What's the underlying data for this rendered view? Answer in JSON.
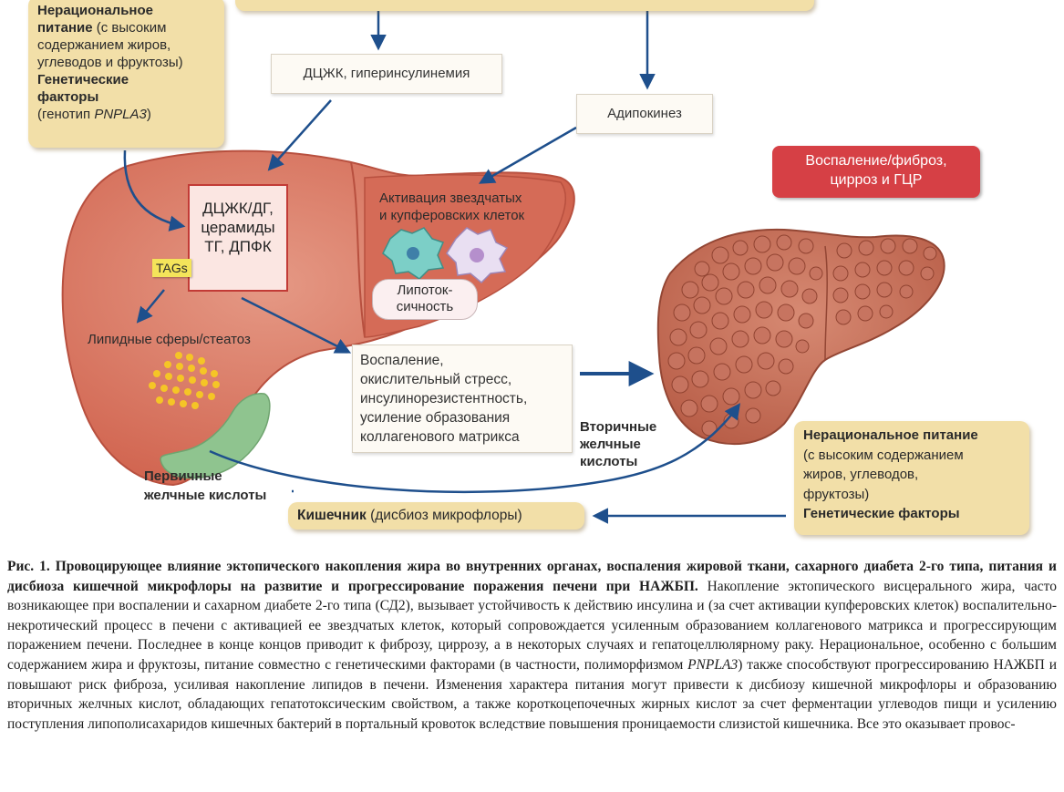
{
  "diagram": {
    "top_box": {
      "line1_bold": "Нерациональное",
      "line2_bold": "питание",
      "line2_rest": " (с высоким",
      "line3": "содержанием жиров,",
      "line4": "углеводов и фруктозы)",
      "line5_bold": "Генетические",
      "line6_bold": "факторы",
      "line7_prefix": "(генотип ",
      "line7_gene": "PNPLA3",
      "line7_suffix": ")"
    },
    "top_center_box": "",
    "dczhk_box": "ДЦЖК, гиперинсулинемия",
    "adipokines_box": "Адипокинез",
    "inflammation_red": {
      "line1": "Воспаление/фиброз,",
      "line2": "цирроз и ГЦР"
    },
    "pink_box": {
      "line1": "ДЦЖК/ДГ,",
      "line2": "церамиды",
      "line3": "ТГ, ДПФК"
    },
    "tags_label": "TAGs",
    "lipid_label": "Липидные сферы/стеатоз",
    "activation_label": {
      "line1": "Активация звездчатых",
      "line2": "и купферовских клеток"
    },
    "lipotox_label": {
      "line1": "Липоток-",
      "line2": "сичность"
    },
    "effects_box": {
      "line1": "Воспаление,",
      "line2": "окислительный стресс,",
      "line3": "инсулинорезистентность,",
      "line4": "усиление образования",
      "line5": "коллагенового матрикса"
    },
    "secondary_bile": {
      "line1": "Вторичные",
      "line2": "желчные",
      "line3": "кислоты"
    },
    "primary_bile": {
      "line1": "Первичные",
      "line2": "желчные кислоты"
    },
    "gut_box": {
      "bold": "Кишечник",
      "rest": " (дисбиоз микрофлоры)"
    },
    "right_box": {
      "line1_bold": "Нерациональное питание",
      "line2": "(с высоким содержанием",
      "line3": "жиров, углеводов,",
      "line4": "фруктозы)",
      "line5_bold": "Генетические факторы"
    }
  },
  "caption": {
    "title": "Рис. 1. Провоцирующее влияние эктопического накопления жира во внутренних органах, воспаления жировой ткани, сахарного диабета 2-го типа, питания и дисбиоза кишечной микрофлоры на развитие и прогрессирование поражения печени при НАЖБП.",
    "body_part1": " Накопление эктопического висцерального жира, часто возникающее при воспалении и сахарном диабете 2-го типа (СД2), вызывает устойчивость к действию инсулина и (за счет активации купферовских клеток) воспалительно-некротический процесс в печени с активацией ее звездчатых клеток, который сопровождается усиленным образованием коллагенового матрикса и прогрессирующим поражением печени. Последнее в конце концов приводит к фиброзу, циррозу, а в некоторых случаях и гепатоцеллюлярному раку. Нерациональное, особенно с большим содержанием жира и фруктозы, питание совместно с генетическими факторами (в частности, полиморфизмом ",
    "gene": "PNPLA3",
    "body_part2": ") также способствуют прогрессированию НАЖБП и повышают риск фиброза, усиливая накопление липидов в печени. Изменения характера питания могут привести к дисбиозу кишечной микрофлоры и образованию вторичных желчных кислот, обладающих гепатотоксическим свойством, а также короткоцепочечных жирных кислот за счет ферментации углеводов пищи и усилению поступления липополисахаридов кишечных бактерий в портальный кровоток вследствие повышения проницаемости слизистой кишечника. Все это оказывает провоc-"
  },
  "colors": {
    "liver": "#d9735f",
    "liver_dark": "#b8503f",
    "tan_box": "#f2dfa8",
    "red_box": "#d64045",
    "arrow": "#1e4f8c",
    "gallbladder": "#8fc48f",
    "fat_dots": "#f5c526"
  },
  "icons": [
    "stellate-cell-icon",
    "kupffer-cell-icon",
    "fat-droplets-icon",
    "gallbladder-icon",
    "healthy-liver-icon",
    "cirrhotic-liver-icon"
  ]
}
